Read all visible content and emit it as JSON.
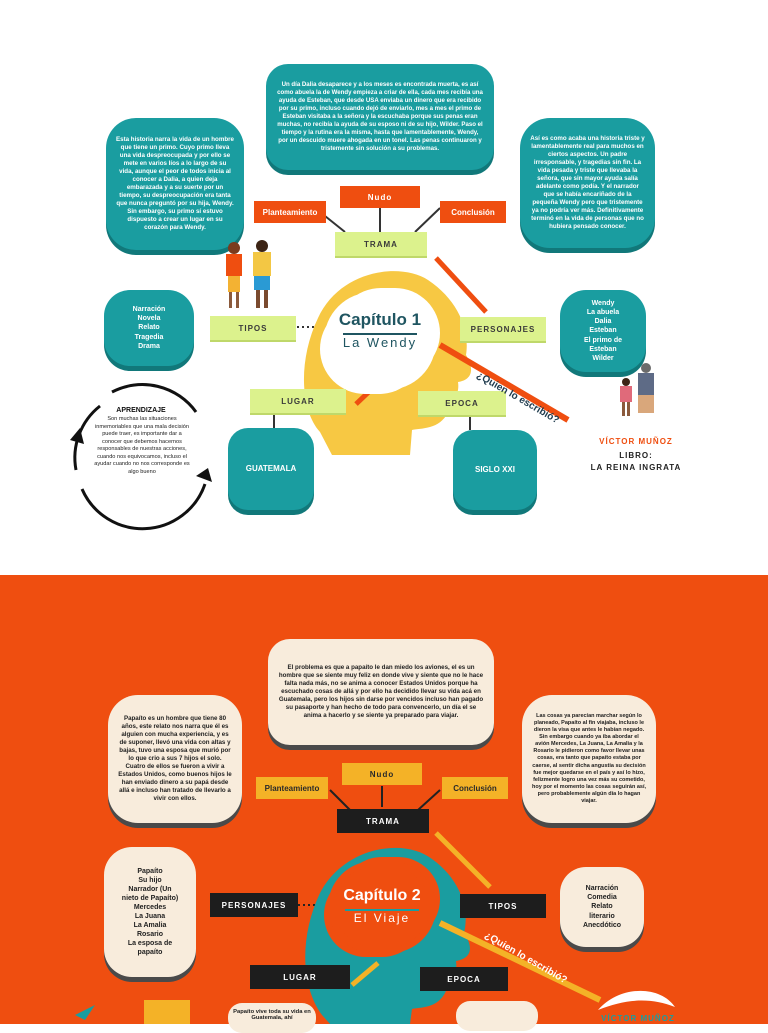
{
  "top": {
    "center_title": "Capítulo 1",
    "center_subtitle": "La Wendy",
    "story_left": "Esta historia narra la vida de un hombre que tiene un primo. Cuyo primo lleva una vida despreocupada y por ello se mete en varios líos a lo largo de su vida, aunque el peor de todos inicia al conocer a Dalia, a quien deja embarazada y a su suerte por un tiempo, su despreocupación era tanta que nunca preguntó por su hija, Wendy. Sin embargo, su primo sí estuvo dispuesto a crear un lugar en su corazón para Wendy.",
    "story_center": "Un día Dalia desaparece y a los meses es encontrada muerta, es así como abuela la de Wendy empieza a criar de ella, cada mes recibía una ayuda de Esteban, que desde USA enviaba un dinero que era recibido por su primo, incluso cuando dejó de enviarlo, mes a mes el primo de Esteban visitaba a la señora y la escuchaba porque sus penas eran muchas, no recibía la ayuda de su esposo ni de su hijo, Wilder. Paso el tiempo y la rutina era la misma, hasta que lamentablemente, Wendy, por un descuido muere ahogada en un tonel. Las penas continuaron y tristemente sin solución a su problemas.",
    "story_right": "Así es como acaba una historia triste y lamentablemente real para muchos en ciertos aspectos. Un padre irresponsable, y tragedias sin fin. La vida pesada y triste que llevaba la señora, que sin mayor ayuda salía adelante como podía. Y el narrador que se había encariñado de la pequeña Wendy pero que tristemente ya no podría ver más. Definitivamente terminó en la vida de personas que no hubiera pensado conocer.",
    "labels": {
      "nudo": "Nudo",
      "planteamiento": "Planteamiento",
      "conclusion": "Conclusión",
      "trama": "TRAMA",
      "tipos": "TIPOS",
      "personajes": "PERSONAJES",
      "lugar": "LUGAR",
      "epoca": "EPOCA",
      "quien": "¿Quien lo escribió?"
    },
    "tipos_list": [
      "Narración",
      "Novela",
      "Relato",
      "Tragedia",
      "Drama"
    ],
    "personajes_list": [
      "Wendy",
      "La abuela",
      "Dalia",
      "Esteban",
      "El primo de",
      "Esteban",
      "Wilder"
    ],
    "lugar_value": "GUATEMALA",
    "epoca_value": "SIGLO XXI",
    "aprendizaje_title": "APRENDIZAJE",
    "aprendizaje_text": "Son muchas las situaciones inmemoriables que una mala decisión puede traer, es importante dar a conocer que debemos hacernos responsables de nuestras acciones, cuando nos equivocamos, incluso el ayudar cuando no nos corresponde es algo bueno",
    "author": "VÍCTOR MUÑOZ",
    "book_label": "LIBRO:",
    "book_title": "LA REINA INGRATA"
  },
  "bottom": {
    "center_title": "Capítulo 2",
    "center_subtitle": "El Viaje",
    "story_left": "Papaíto es un hombre que tiene 80 años, este relato nos narra que él es alguien con mucha experiencia, y es de suponer, llevó una vida con altas y bajas, tuvo una esposa que murió por lo que crio a sus 7 hijos el solo. Cuatro de ellos se fueron a vivir a Estados Unidos, como buenos hijos le han enviado dinero a su papá desde allá e incluso han tratado de llevarlo a vivir con ellos.",
    "story_center": "El problema es que a papaíto le dan miedo los aviones, el es un hombre que se siente muy feliz en donde vive y siente que no le hace falta nada más, no se anima a conocer Estados Unidos porque ha escuchado cosas de allá y por ello ha decidido llevar su vida acá en Guatemala, pero los hijos sin darse por vencidos incluso han pagado su pasaporte y han hecho de todo para convencerlo, un día el se anima a hacerlo y se siente ya preparado para viajar.",
    "story_right": "Las cosas ya parecían marchar según lo planeado, Papaíto al fin viajaba, incluso le dieron la visa que antes le habían negado. Sin embargo cuando ya iba abordar el avión Mercedes, La Juana, La Amalia y la Rosario le pidieron como favor llevar unas cosas, era tanto que papaíto estaba por caerse, al sentir dicha angustia su decisión fue mejor quedarse en el país y así lo hizo, felizmente logro una vez más su cometido, hoy por el momento las cosas seguirán así, pero probablemente algún día lo hagan viajar.",
    "labels": {
      "nudo": "Nudo",
      "planteamiento": "Planteamiento",
      "conclusion": "Conclusión",
      "trama": "TRAMA",
      "personajes": "PERSONAJES",
      "tipos": "TIPOS",
      "lugar": "LUGAR",
      "epoca": "EPOCA",
      "quien": "¿Quien lo escribió?"
    },
    "personajes_list": [
      "Papaíto",
      "Su hijo",
      "Narrador (Un",
      "nieto de Papaíto)",
      "Mercedes",
      "La Juana",
      "La Amalia",
      "Rosario",
      "La esposa de",
      "papaíto"
    ],
    "tipos_list": [
      "Narración",
      "Comedia",
      "Relato",
      "literario",
      "Anecdótico"
    ],
    "lugar_text": "Papaíto vive toda su vida en Guatemala, ahí",
    "author": "VÍCTOR MUÑOZ"
  }
}
